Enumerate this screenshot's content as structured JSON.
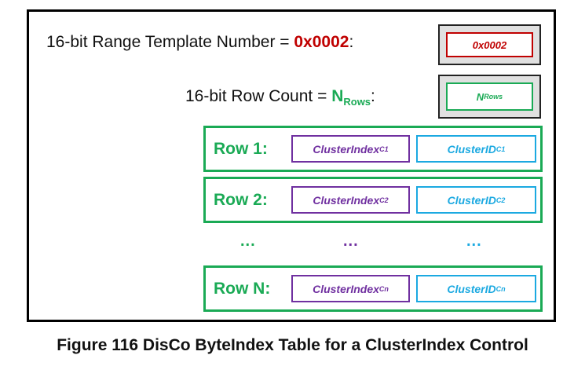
{
  "template": {
    "label_prefix": "16-bit Range Template Number = ",
    "value": "0x0002",
    "label_suffix": ":",
    "box_value": "0x0002"
  },
  "rowcount": {
    "label_prefix": "16-bit Row Count = ",
    "n_main": "N",
    "n_sub": "Rows",
    "label_suffix": ":",
    "box_main": "N",
    "box_sub": "Rows"
  },
  "rows": [
    {
      "label": "Row 1:",
      "index_main": "ClusterIndex",
      "index_sub": "C1",
      "id_main": "ClusterID",
      "id_sub": "C1"
    },
    {
      "label": "Row 2:",
      "index_main": "ClusterIndex",
      "index_sub": "C2",
      "id_main": "ClusterID",
      "id_sub": "C2"
    },
    {
      "label": "Row N:",
      "index_main": "ClusterIndex",
      "index_sub": "Cn",
      "id_main": "ClusterID",
      "id_sub": "Cn"
    }
  ],
  "ellipsis": [
    "...",
    "...",
    "..."
  ],
  "caption": "Figure 116 DisCo ByteIndex Table for a ClusterIndex Control",
  "colors": {
    "red": "#c00000",
    "green": "#1aaa55",
    "purple": "#7030a0",
    "cyan": "#1ba9e1"
  }
}
